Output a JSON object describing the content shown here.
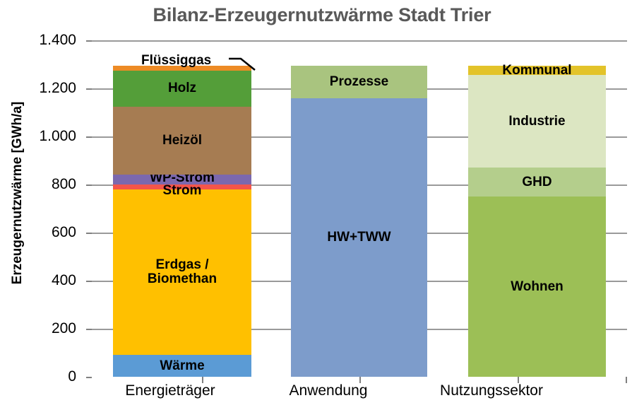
{
  "chart_data": {
    "type": "bar",
    "title": "Bilanz-Erzeugernutzwärme Stadt Trier",
    "xlabel": "",
    "ylabel": "Erzeugernutzwärme [GWh/a]",
    "ylim": [
      0,
      1400
    ],
    "ytick_labels": [
      "1.400",
      "1.200",
      "1.000",
      "800",
      "600",
      "400",
      "200",
      "0"
    ],
    "ytick_values": [
      1400,
      1200,
      1000,
      800,
      600,
      400,
      200,
      0
    ],
    "grid": true,
    "legend": "none (in-bar labels)",
    "stacked": true,
    "categories": [
      "Energieträger",
      "Anwendung",
      "Nutzungssektor"
    ],
    "columns": [
      {
        "category": "Energieträger",
        "total": 1295,
        "segments": [
          {
            "name": "Wärme",
            "value": 90,
            "color": "#5B9BD5"
          },
          {
            "name": "Erdgas / Biomethan",
            "value": 690,
            "color": "#FFC000"
          },
          {
            "name": "Strom",
            "value": 20,
            "color": "#F4554A"
          },
          {
            "name": "WP-Strom",
            "value": 40,
            "color": "#7B68AE"
          },
          {
            "name": "Heizöl",
            "value": 285,
            "color": "#A67C52"
          },
          {
            "name": "Holz",
            "value": 150,
            "color": "#549E39"
          },
          {
            "name": "Flüssiggas",
            "value": 20,
            "color": "#ED8B25"
          }
        ]
      },
      {
        "category": "Anwendung",
        "total": 1295,
        "segments": [
          {
            "name": "HW+TWW",
            "value": 1160,
            "color": "#7D9CCB"
          },
          {
            "name": "Prozesse",
            "value": 135,
            "color": "#A9C47F"
          }
        ]
      },
      {
        "category": "Nutzungssektor",
        "total": 1295,
        "segments": [
          {
            "name": "Wohnen",
            "value": 750,
            "color": "#9CBF56"
          },
          {
            "name": "GHD",
            "value": 120,
            "color": "#B4CE8C"
          },
          {
            "name": "Industrie",
            "value": 385,
            "color": "#DCE6C2"
          },
          {
            "name": "Kommunal",
            "value": 40,
            "color": "#E3C32A"
          }
        ]
      }
    ],
    "callouts": [
      {
        "label": "Flüssiggas",
        "points_to": "Flüssiggas segment of Energieträger"
      }
    ],
    "colors": {
      "title": "#595959",
      "axis": "#808080",
      "grid": "#9a9a9a",
      "text": "#000000",
      "background": "#FFFFFF"
    }
  }
}
